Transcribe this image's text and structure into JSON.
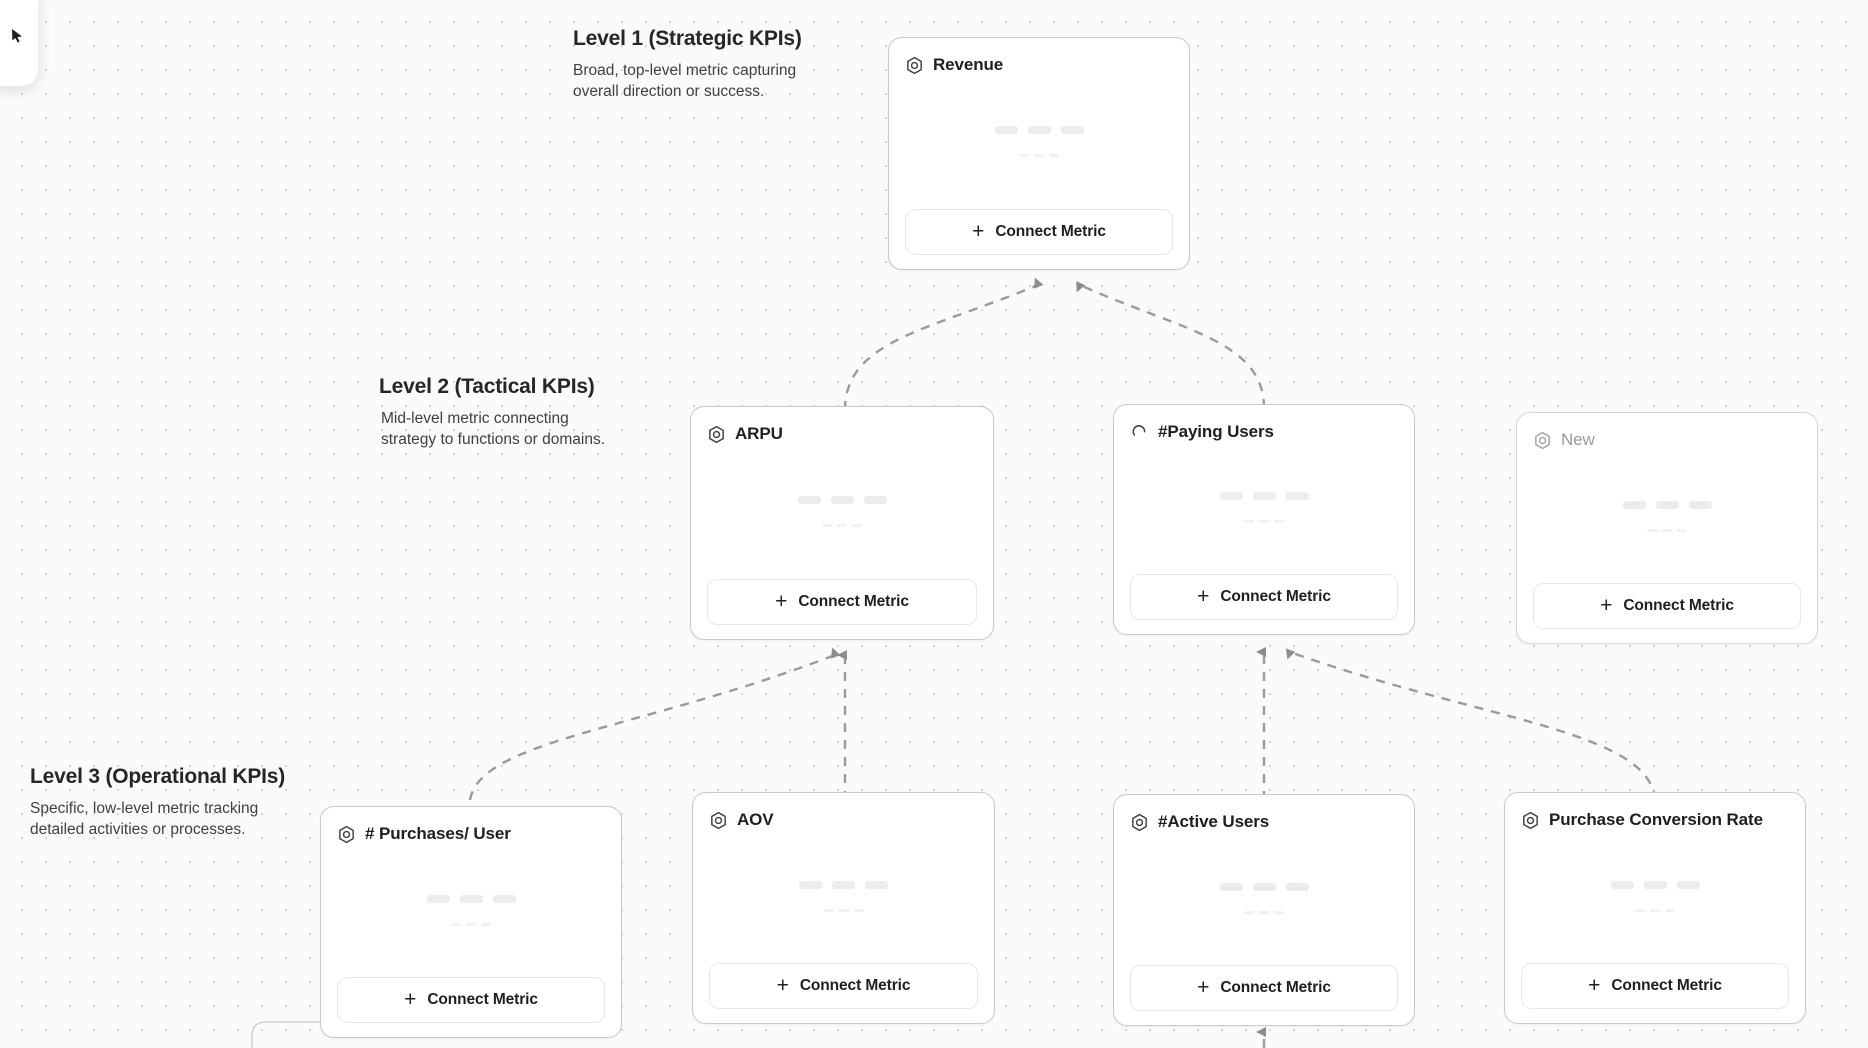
{
  "canvas": {
    "background_color": "#fafafa",
    "dot_color": "#d4d4d4",
    "edge_color": "#9a9a9a"
  },
  "corner_panel": {
    "icon": "cursor-icon"
  },
  "levels": [
    {
      "id": "level-1",
      "title": "Level 1 (Strategic KPIs)",
      "description": "Broad, top-level metric capturing overall direction or success."
    },
    {
      "id": "level-2",
      "title": "Level 2 (Tactical KPIs)",
      "description": "Mid-level metric connecting strategy to functions or domains."
    },
    {
      "id": "level-3",
      "title": "Level 3 (Operational KPIs)",
      "description": "Specific, low-level metric tracking detailed activities or processes."
    }
  ],
  "common": {
    "connect_label": "Connect Metric",
    "plus": "+"
  },
  "cards": [
    {
      "id": "revenue",
      "title": "Revenue",
      "icon": "hexagon-metric-icon",
      "state": "active",
      "connect_label": "Connect Metric"
    },
    {
      "id": "arpu",
      "title": "ARPU",
      "icon": "hexagon-metric-icon",
      "state": "active",
      "connect_label": "Connect Metric"
    },
    {
      "id": "paying-users",
      "title": "#Paying Users",
      "icon": "spinner-loading-icon",
      "state": "loading",
      "connect_label": "Connect Metric"
    },
    {
      "id": "new",
      "title": "New",
      "icon": "hexagon-metric-icon",
      "state": "placeholder",
      "connect_label": "Connect Metric"
    },
    {
      "id": "purchases-per-user",
      "title": "# Purchases/ User",
      "icon": "hexagon-metric-icon",
      "state": "active",
      "connect_label": "Connect Metric"
    },
    {
      "id": "aov",
      "title": "AOV",
      "icon": "hexagon-metric-icon",
      "state": "active",
      "connect_label": "Connect Metric"
    },
    {
      "id": "active-users",
      "title": "#Active Users",
      "icon": "hexagon-metric-icon",
      "state": "active",
      "connect_label": "Connect Metric"
    },
    {
      "id": "purchase-conversion-rate",
      "title": "Purchase Conversion Rate",
      "icon": "hexagon-metric-icon",
      "state": "active",
      "connect_label": "Connect Metric"
    }
  ]
}
